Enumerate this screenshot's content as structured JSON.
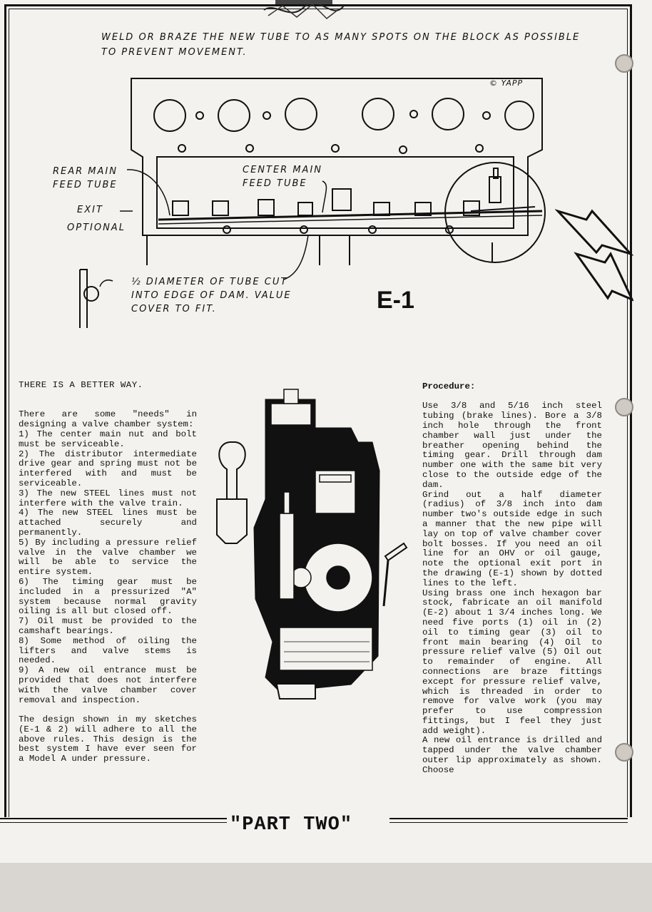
{
  "drawing_e1": {
    "top_note": "WELD OR BRAZE THE NEW TUBE TO AS MANY SPOTS ON THE BLOCK AS POSSIBLE TO PREVENT MOVEMENT.",
    "copyright": "© YAPP",
    "rear_main_feed_tube": "REAR MAIN FEED TUBE",
    "center_main_feed_tube": "CENTER MAIN FEED TUBE",
    "exit_label": "EXIT",
    "optional_label": "OPTIONAL",
    "half_diameter_note": "½ DIAMETER OF TUBE CUT INTO EDGE OF DAM. VALUE COVER TO FIT.",
    "figure_label": "E-1"
  },
  "left_column": {
    "heading": "THERE IS  A BETTER WAY.",
    "body": "There are some \"needs\" in designing a valve chamber system:\n1) The center main nut and bolt must be serviceable.\n2) The distributor intermediate drive gear and spring must not be interfered with and must be serviceable.\n3) The new STEEL lines must not interfere with the valve train.\n4) The new STEEL lines must be attached securely and permanently.\n5) By including a pressure relief valve in the valve chamber we will be able to service the entire system.\n6) The timing gear must be included in a pressurized \"A\" system because normal gravity oiling is all but closed off.\n7) Oil must be provided to the camshaft bearings.\n8) Some method of oiling the lifters and valve stems is needed.\n9) A new oil entrance must be provided that does not interfere with the valve chamber cover removal and inspection.\n\n   The design shown in my sketches (E-1 & 2) will adhere to all the above rules. This design is the best system I have ever seen for a Model A under pressure."
  },
  "right_column": {
    "heading": "Procedure:",
    "body": "   Use 3/8 and 5/16 inch steel tubing (brake lines). Bore a 3/8 inch hole through the front chamber wall just under the breather opening behind the timing gear. Drill through dam number one with the same bit very close to the outside edge of the dam.\n   Grind out a half diameter (radius) of 3/8 inch into dam number two's outside edge in such a manner that the new pipe will lay on top of valve chamber cover bolt bosses. If you need an oil line for an OHV or oil gauge, note the optional exit port in the drawing (E-1) shown by dotted lines to the left.\n   Using brass one inch hexagon bar stock, fabricate an oil manifold (E-2) about 1 3/4 inches long. We need five ports (1) oil in (2) oil to timing gear (3) oil to front main bearing (4) Oil to pressure relief valve (5) Oil out to remainder of engine. All connections are braze fittings except for pressure relief valve, which is threaded in order to remove for valve work (you may prefer to use compression fittings, but I feel they just add weight).\n   A new oil entrance is drilled and tapped under the valve chamber outer lip approximately as shown. Choose"
  },
  "footer": {
    "title": "\"PART TWO\""
  },
  "icons": [
    "engine-block-drawing",
    "engine-cutaway-illustration",
    "arrow-icon",
    "binder-hole-icon"
  ]
}
